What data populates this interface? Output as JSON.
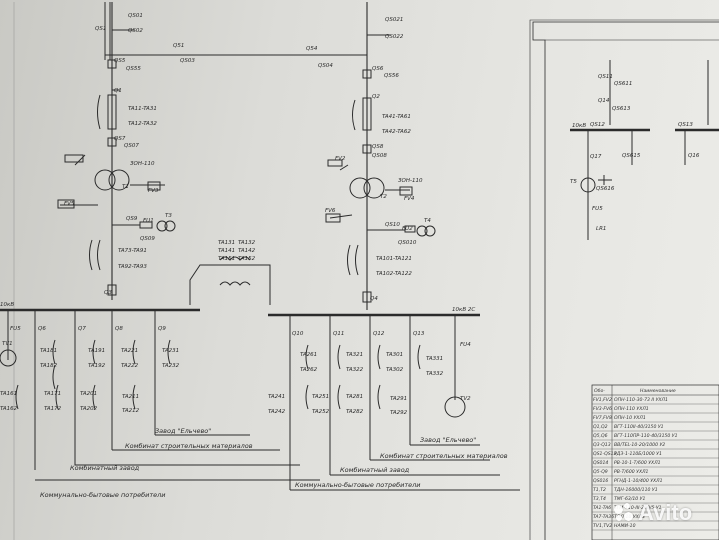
{
  "labels": {
    "qs01": "QS01",
    "qs1": "QS1",
    "qs02": "QS02",
    "q51": "Q51",
    "qs03": "QS03",
    "q54": "Q54",
    "qs04": "QS04",
    "qs021": "QS021",
    "qs022": "QS022",
    "qs5": "QS5",
    "qs55": "QS55",
    "qs6": "QS6",
    "qs56": "QS56",
    "q1": "Q1",
    "q2": "Q2",
    "ta11": "TA11-TA31",
    "ta12": "TA12-TA32",
    "ta41": "TA41-TA61",
    "ta42": "TA42-TA62",
    "qs7": "QS7",
    "qs07": "QS07",
    "qs8": "QS8",
    "qs08": "QS08",
    "fv2": "FV2",
    "t1": "T1",
    "t2": "T2",
    "zon1": "ЗОН-110",
    "zon2": "ЗОН-110",
    "fv3": "FV3",
    "fv4": "FV4",
    "fv5": "FV5",
    "fv6": "FV6",
    "qs9": "QS9",
    "qs09": "QS09",
    "fu1": "FU1",
    "t3": "T3",
    "qs10": "QS10",
    "qs010": "QS010",
    "fu2": "FU2",
    "t4": "T4",
    "ta73": "TA73-TA91",
    "ta92": "TA92-TA93",
    "ta101": "TA101-TA121",
    "ta102": "TA102-TA122",
    "ta131": "TA131",
    "ta132": "TA132",
    "ta141": "TA141",
    "ta142": "TA142",
    "ta151": "TA151",
    "ta152": "TA152",
    "q3": "Q3",
    "q4": "Q4",
    "bus1": "10кВ",
    "bus2": "10кВ 2С",
    "fu5": "FU5",
    "tv1": "TV1",
    "q6": "Q6",
    "q7": "Q7",
    "q8": "Q8",
    "q9": "Q9",
    "ta161": "TA161",
    "ta162": "TA162",
    "ta181": "TA181",
    "ta182": "TA182",
    "ta191": "TA191",
    "ta192": "TA192",
    "ta221": "TA221",
    "ta222": "TA222",
    "ta231": "TA231",
    "ta232": "TA232",
    "ta171": "TA171",
    "ta172": "TA172",
    "ta201": "TA201",
    "ta202": "TA202",
    "ta211": "TA211",
    "ta212": "TA212",
    "q10": "Q10",
    "q11": "Q11",
    "q12": "Q12",
    "q13": "Q13",
    "fu4": "FU4",
    "tv2": "TV2",
    "ta261": "TA261",
    "ta262": "TA262",
    "ta241": "TA241",
    "ta242": "TA242",
    "ta251": "TA251",
    "ta252": "TA252",
    "ta321": "TA321",
    "ta322": "TA322",
    "ta281": "TA281",
    "ta282": "TA282",
    "ta291": "TA291",
    "ta292": "TA292",
    "ta301": "TA301",
    "ta302": "TA302",
    "ta331": "TA331",
    "ta332": "TA332",
    "qs11": "QS11",
    "qs611": "QS611",
    "q14": "Q14",
    "qs613": "QS613",
    "qs12": "QS12",
    "bus3": "10кВ",
    "qs13": "QS13",
    "q16": "Q16",
    "q17": "Q17",
    "qs615": "QS615",
    "t5": "T5",
    "qs616": "QS616",
    "fu5b": "FU5",
    "lr1": "LR1"
  },
  "feeders": {
    "f1": "Завод \"Ельчево\"",
    "f2": "Комбинат строительных материалов",
    "f3": "Комбинатный завод",
    "f4": "Коммунально-бытовые потребители",
    "f5": "Завод \"Ельчево\"",
    "f6": "Комбинат строительных материалов",
    "f7": "Комбинатный завод",
    "f8": "Коммунально-бытовые потребители"
  },
  "table": {
    "header_1": "Обо-",
    "header_2": "Наименование",
    "rows": [
      [
        "FV1,FV2",
        "ОПН-110-30-73 II УХЛ1"
      ],
      [
        "FV3-FV6",
        "ОПН-110 УХЛ1"
      ],
      [
        "FV7,FV8",
        "ОПН-10 УХЛ1"
      ],
      [
        "Q1,Q2",
        "ВГТ-110II-40/3150 У1"
      ],
      [
        "Q5,Q6",
        "ВГТ-110ПР-110-40/3150 У1"
      ],
      [
        "Q3-Q13",
        "ВВ/TEL-10-20/1000 У2"
      ],
      [
        "QS1-QS13",
        "РДЗ-1-110Б/1000 У1"
      ],
      [
        "QS014",
        "РВ-10-1-Т/600 УХЛ1"
      ],
      [
        "Q5-Q9",
        "РВ-Т/600 УХЛ1"
      ],
      [
        "QS016",
        "РГНД-1-10/400 УХЛ1"
      ],
      [
        "T1,T2",
        "ТДН-16000/110 У1"
      ],
      [
        "T3,T4",
        "ТМГ-63/10 У1"
      ],
      [
        "TA1-TA6",
        "ТГМ-110-III-200/5 У1"
      ],
      [
        "TA7-TA36",
        "ТОЛ-10 УХЛ2"
      ],
      [
        "TV1,TV2",
        "НАМИ-10"
      ]
    ]
  },
  "watermark": {
    "brand": "Avito"
  }
}
